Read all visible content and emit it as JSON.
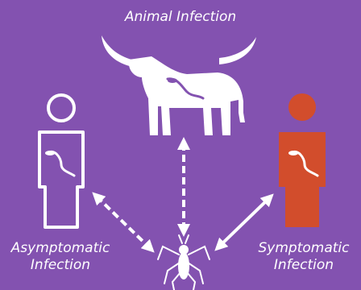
{
  "labels": {
    "animal_infection": "Animal Infection",
    "asymptomatic_line1": "Asymptomatic",
    "asymptomatic_line2": "Infection",
    "symptomatic_line1": "Symptomatic",
    "symptomatic_line2": "Infection"
  },
  "colors": {
    "background": "#8352b0",
    "foreground": "#ffffff",
    "symptomatic_person": "#d24d2c",
    "parasite": "#8352b0"
  },
  "icons": {
    "animal": "cattle-icon",
    "asymptomatic_host": "person-outline-icon",
    "symptomatic_host": "person-filled-icon",
    "vector": "mosquito-icon",
    "pathogen": "parasite-icon",
    "link": "double-arrow-icon"
  }
}
